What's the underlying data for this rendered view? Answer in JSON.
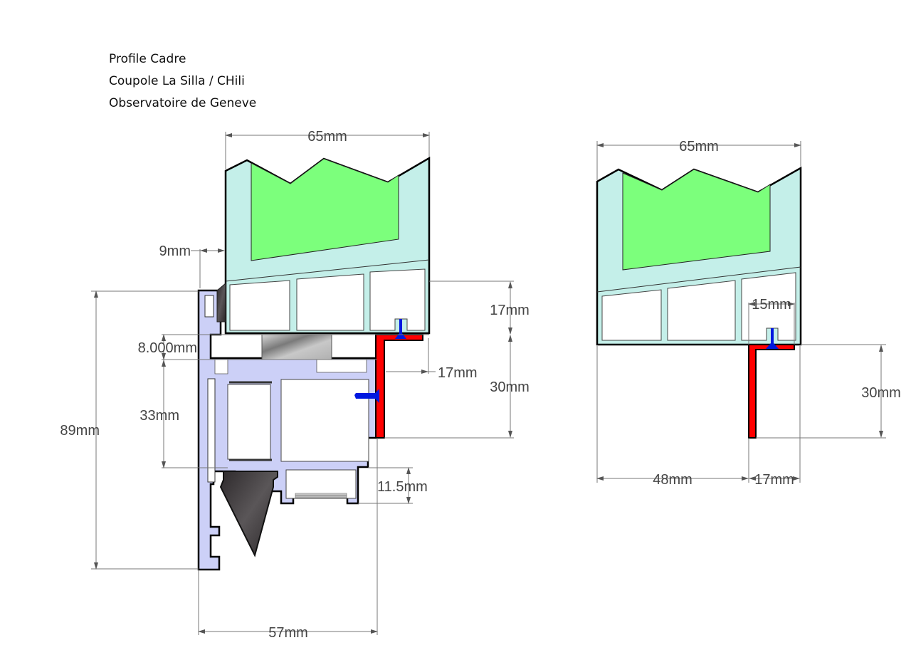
{
  "title_block": {
    "lines": [
      "Profile Cadre",
      "Coupole La Silla / CHili",
      "Observatoire de Geneve"
    ]
  },
  "colors": {
    "glass_panel": "#7cff7c",
    "profile_fill": "#c4efe9",
    "frame_fill": "#ccd0f7",
    "angle_fill": "#ff0000",
    "screw_fill": "#0018e0",
    "gasket_fill": "#3a3638",
    "spacer_fill": "#bdbdbd"
  },
  "left_drawing": {
    "name": "Profile with frame",
    "dimensions": {
      "top_width": "65mm",
      "left_offset": "9mm",
      "height_upper": "17mm",
      "spacer": "8.000mm",
      "angle_width": "17mm",
      "angle_height": "30mm",
      "frame_height": "89mm",
      "inner_height": "33mm",
      "bottom_step": "11.5mm",
      "bottom_width": "57mm"
    }
  },
  "right_drawing": {
    "name": "Profile with angle bracket",
    "dimensions": {
      "top_width": "65mm",
      "chamber": "15mm",
      "angle_height": "30mm",
      "left_width": "48mm",
      "angle_width": "17mm"
    }
  }
}
